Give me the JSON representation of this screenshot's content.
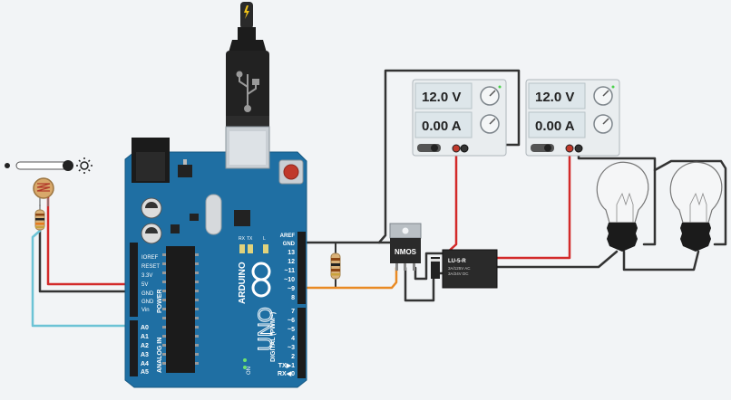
{
  "arduino": {
    "board_name": "UNO",
    "brand": "ARDUINO",
    "power_pins": [
      "IOREF",
      "RESET",
      "3.3V",
      "5V",
      "GND",
      "GND",
      "Vin"
    ],
    "power_label": "POWER",
    "analog_pins": [
      "A0",
      "A1",
      "A2",
      "A3",
      "A4",
      "A5"
    ],
    "analog_label": "ANALOG IN",
    "top_pins": [
      "AREF",
      "GND",
      "13",
      "12",
      "~11",
      "~10",
      "~9",
      "8"
    ],
    "bottom_pins": [
      "7",
      "~6",
      "~5",
      "4",
      "~3",
      "2",
      "TX▶1",
      "RX◀0"
    ],
    "digital_label": "DIGITAL (PWM~)",
    "on_label": "ON",
    "led_labels": [
      "RX",
      "TX",
      "L"
    ]
  },
  "supply_1": {
    "voltage": "12.0 V",
    "current": "0.00 A"
  },
  "supply_2": {
    "voltage": "12.0 V",
    "current": "0.00 A"
  },
  "mosfet": {
    "label": "NMOS"
  },
  "relay": {
    "model": "LU-5-R",
    "rating_1": "3A/125V AC",
    "rating_2": "3A/24V DC"
  },
  "colors": {
    "board": "#1f6fa3",
    "wire_red": "#d32a2a",
    "wire_black": "#333333",
    "wire_orange": "#e98a24",
    "wire_cyan": "#6cc3d5",
    "lcd_bg": "#dde6ea"
  },
  "icons": [
    "usb-icon",
    "lightning-icon",
    "sun-icon",
    "arduino-logo-icon"
  ]
}
